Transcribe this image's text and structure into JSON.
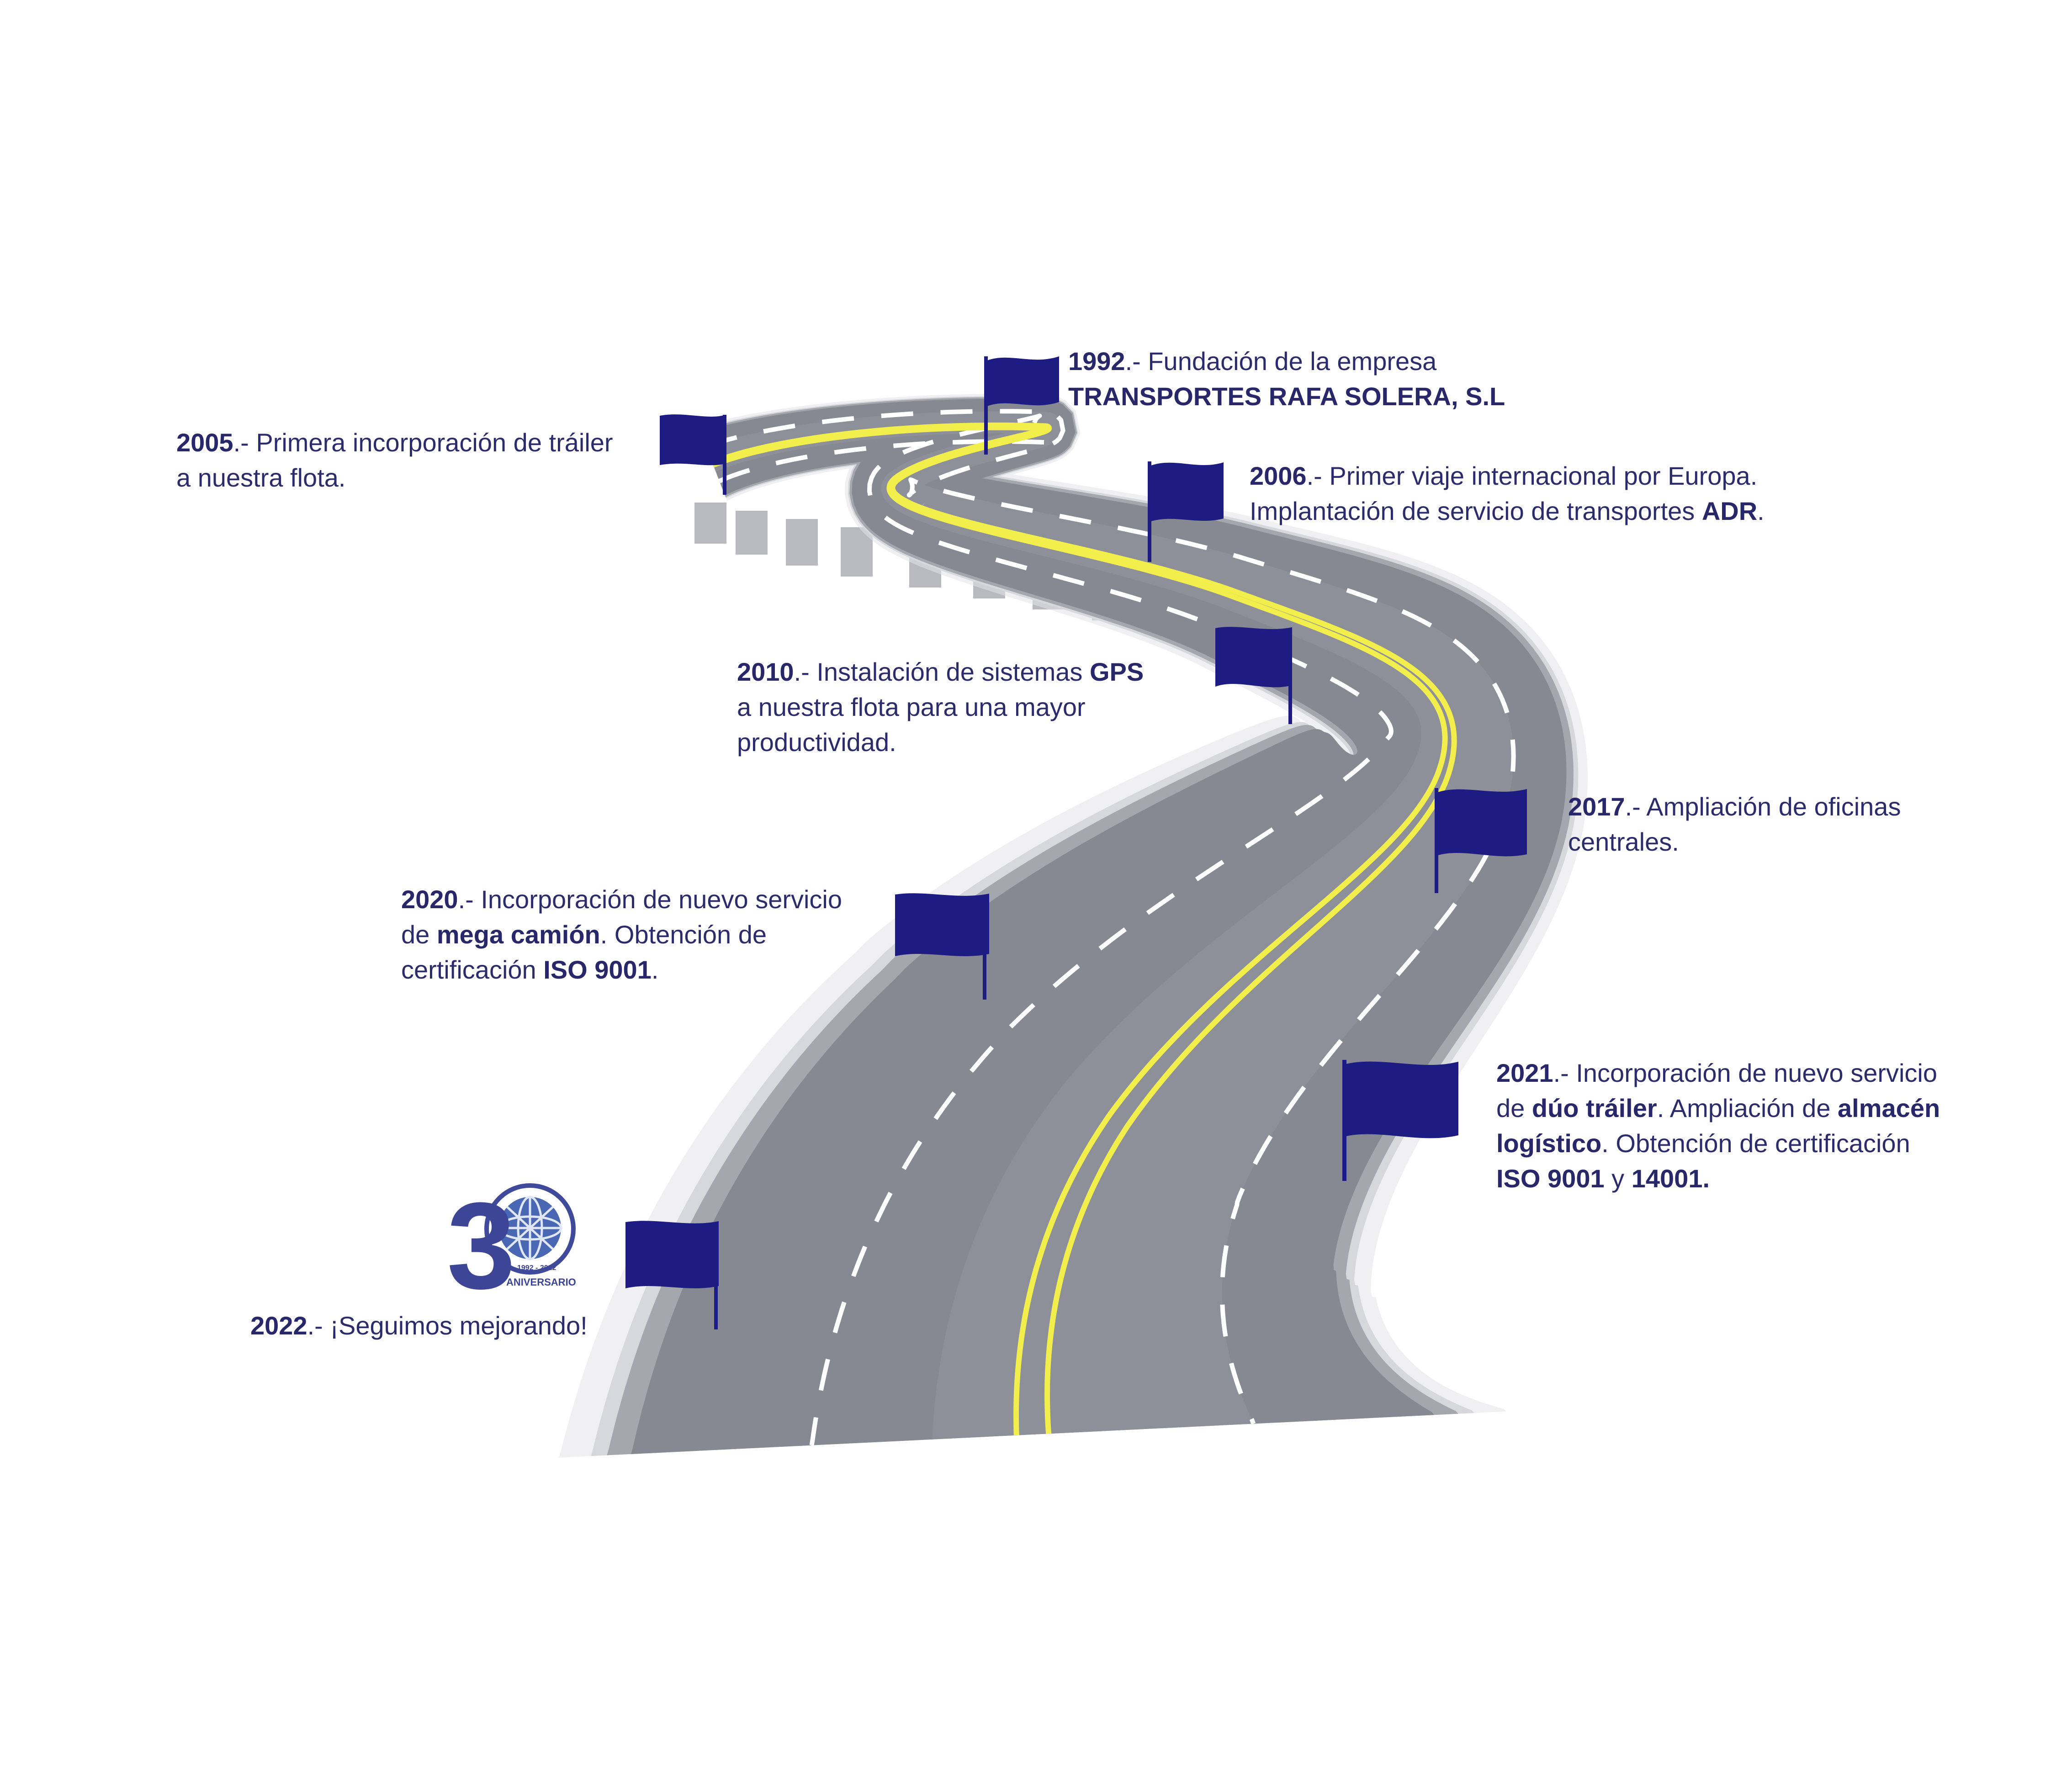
{
  "colors": {
    "text": "#2c2c6c",
    "flag": "#1c1c82",
    "asphalt": "#838590",
    "center_line": "#f3f04a",
    "lane_dash": "#ffffff",
    "guardrail": "#d0d2d6",
    "pillar": "#b9bbc0"
  },
  "logo": {
    "icon": "globe-30-anniversary-logo",
    "numeral": "3",
    "years": "1992 - 2022",
    "label": "ANIVERSARIO"
  },
  "milestones": [
    {
      "id": "1992",
      "year": "1992",
      "lines": [
        {
          "pre": ".- Fundación de la empresa"
        },
        {
          "bold": "TRANSPORTES RAFA SOLERA, S.L"
        }
      ]
    },
    {
      "id": "2005",
      "year": "2005",
      "lines": [
        {
          "pre": ".- Primera incorporación de tráiler"
        },
        {
          "pre": "a nuestra flota."
        }
      ]
    },
    {
      "id": "2006",
      "year": "2006",
      "lines": [
        {
          "pre": ".- Primer viaje internacional por Europa."
        },
        {
          "pre": "Implantación de servicio de transportes ",
          "bold": "ADR",
          "post": "."
        }
      ]
    },
    {
      "id": "2010",
      "year": "2010",
      "lines": [
        {
          "pre": ".- Instalación de sistemas ",
          "bold": "GPS"
        },
        {
          "pre": "a nuestra flota para una mayor"
        },
        {
          "pre": "productividad."
        }
      ]
    },
    {
      "id": "2017",
      "year": "2017",
      "lines": [
        {
          "pre": ".- Ampliación de oficinas"
        },
        {
          "pre": "centrales."
        }
      ]
    },
    {
      "id": "2020",
      "year": "2020",
      "lines": [
        {
          "pre": ".- Incorporación de nuevo servicio"
        },
        {
          "pre": "de ",
          "bold": "mega camión",
          "post": ". Obtención de"
        },
        {
          "pre": "certificación ",
          "bold": "ISO 9001",
          "post": "."
        }
      ]
    },
    {
      "id": "2021",
      "year": "2021",
      "lines": [
        {
          "pre": ".- Incorporación de nuevo servicio"
        },
        {
          "pre": "de ",
          "bold": "dúo tráiler",
          "post": ". Ampliación de ",
          "bold2": "almacén"
        },
        {
          "bold": "logístico",
          "post": ". Obtención de certificación"
        },
        {
          "bold": "ISO 9001",
          "post": " y ",
          "bold2": "14001."
        }
      ]
    },
    {
      "id": "2022",
      "year": "2022",
      "lines": [
        {
          "pre": ".- ¡Seguimos mejorando!"
        }
      ]
    }
  ]
}
